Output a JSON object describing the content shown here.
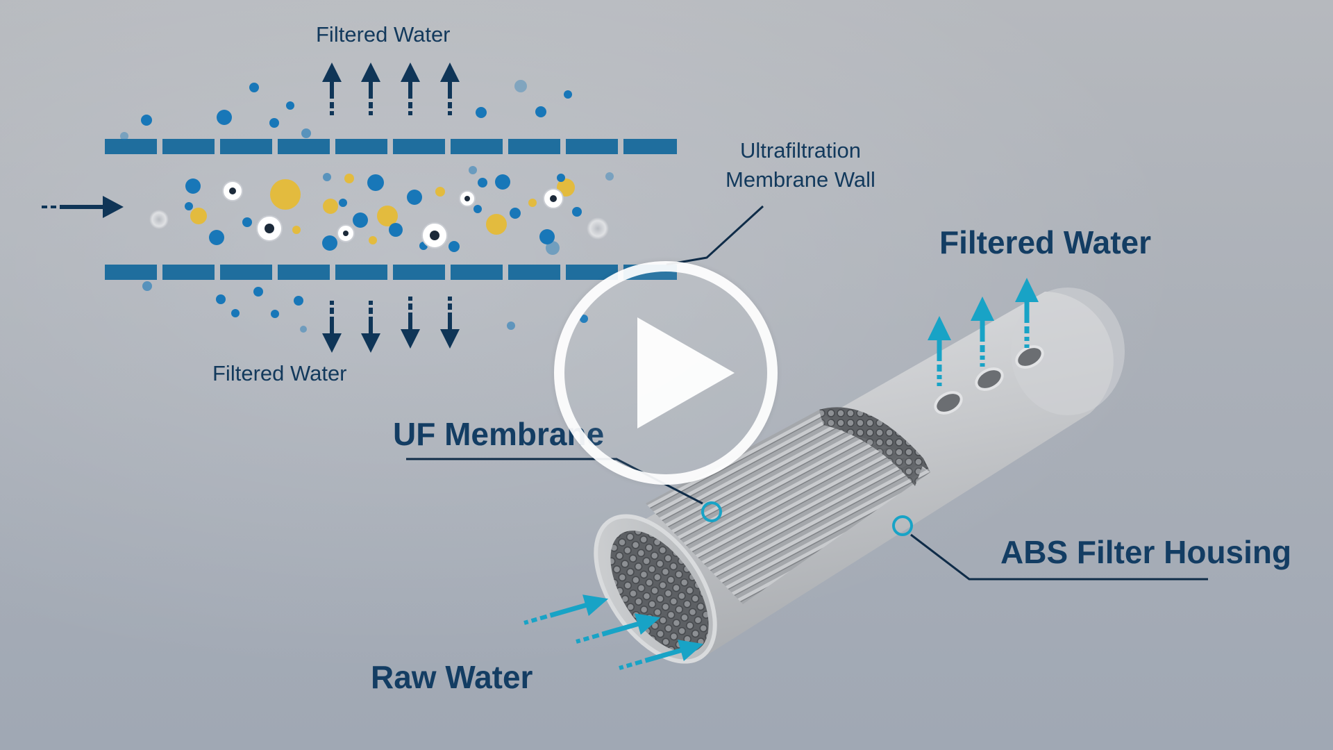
{
  "labels": {
    "top_filtered": "Filtered Water",
    "bottom_filtered": "Filtered Water",
    "membrane_wall_line1": "Ultrafiltration",
    "membrane_wall_line2": "Membrane Wall",
    "housing_filtered": "Filtered Water",
    "uf_membrane": "UF Membrane",
    "abs_housing": "ABS Filter Housing",
    "raw_water": "Raw Water"
  },
  "player": {
    "play_icon": "play-icon"
  },
  "colors": {
    "membrane_blue": "#1f6e9e",
    "label_navy": "#12395c",
    "arrow_navy": "#0f3557",
    "arrow_cyan": "#18a3c6",
    "particle_blue": "#1877b8",
    "particle_gold": "#e3bb3e",
    "housing_gray": "#c7c9cc"
  }
}
